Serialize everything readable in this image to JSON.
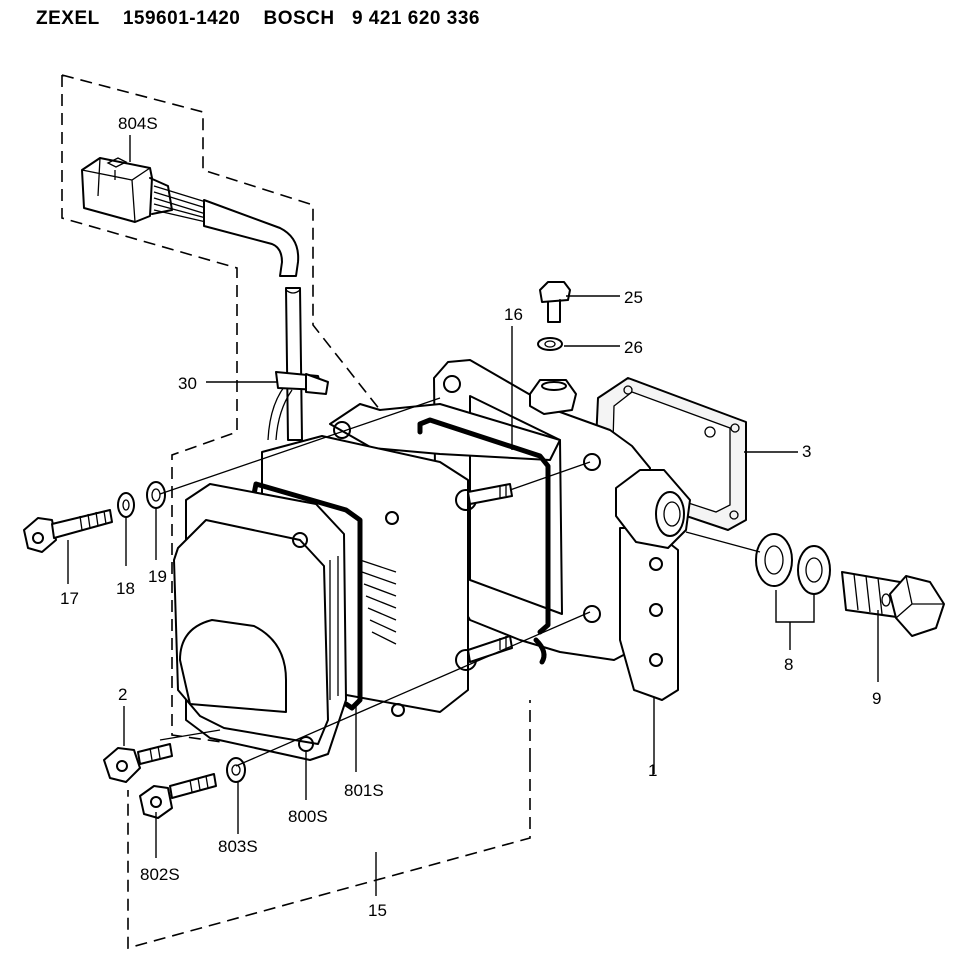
{
  "header": {
    "maker": "ZEXEL",
    "zexel_no": "159601-1420",
    "brand": "BOSCH",
    "bosch_no": "9 421 620 336"
  },
  "callouts": {
    "c804s": "804S",
    "c30": "30",
    "c16": "16",
    "c25": "25",
    "c26": "26",
    "c3": "3",
    "c17": "17",
    "c18": "18",
    "c19": "19",
    "c2": "2",
    "c802s": "802S",
    "c803s": "803S",
    "c800s": "800S",
    "c801s": "801S",
    "c15": "15",
    "c1": "1",
    "c8": "8",
    "c9": "9"
  }
}
